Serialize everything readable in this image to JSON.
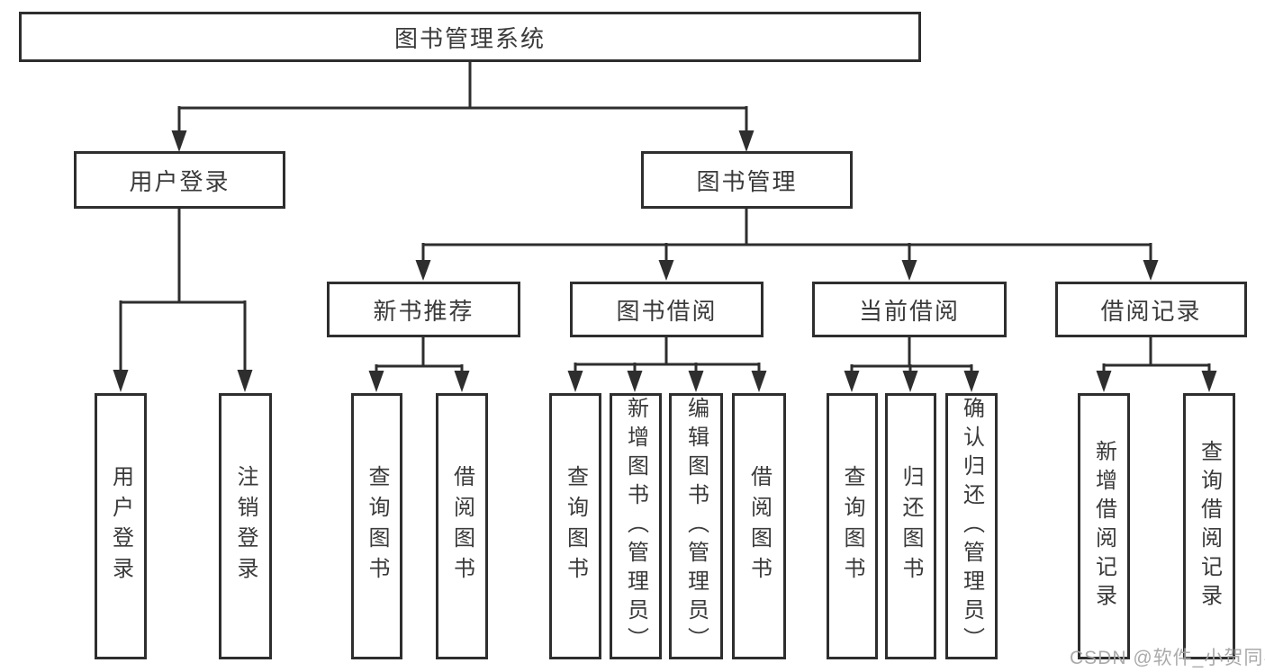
{
  "nodes": {
    "root": {
      "label": "图书管理系统"
    },
    "level2": [
      {
        "label": "用户登录"
      },
      {
        "label": "图书管理"
      }
    ],
    "level3": [
      {
        "label": "新书推荐"
      },
      {
        "label": "图书借阅"
      },
      {
        "label": "当前借阅"
      },
      {
        "label": "借阅记录"
      }
    ],
    "leaves": {
      "user_login": [
        "用户登录",
        "注销登录"
      ],
      "new_book_recommend": [
        "查询图书",
        "借阅图书"
      ],
      "book_borrow": [
        "查询图书",
        "新增图书（管理员）",
        "编辑图书（管理员）",
        "借阅图书"
      ],
      "current_borrow": [
        "查询图书",
        "归还图书",
        "确认归还（管理员）"
      ],
      "borrow_record": [
        "新增借阅记录",
        "查询借阅记录"
      ]
    }
  },
  "watermark": "CSDN @软件_小贺同学",
  "colors": {
    "line": "#2e2e2e",
    "box_border": "#2e2e2e",
    "text": "#3a3a3a",
    "watermark": "#a5a5a5",
    "background": "#ffffff"
  }
}
